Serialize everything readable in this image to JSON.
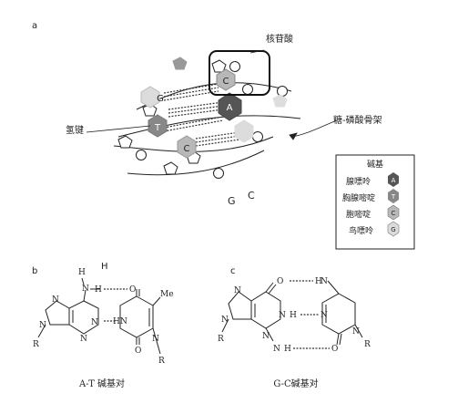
{
  "panels": {
    "a": "a",
    "b": "b",
    "c": "c"
  },
  "labels": {
    "nucleotide": "核苷酸",
    "hydrogen_bond": "氢键",
    "backbone": "糖-磷酸骨架"
  },
  "legend": {
    "title": "碱基",
    "items": [
      {
        "name": "腺嘌呤",
        "letter": "A",
        "color": "#555555",
        "text_color": "#ffffff"
      },
      {
        "name": "胸腺嘧啶",
        "letter": "T",
        "color": "#888888",
        "text_color": "#ffffff"
      },
      {
        "name": "胞嘧啶",
        "letter": "C",
        "color": "#b8b8b8",
        "text_color": "#222222"
      },
      {
        "name": "鸟嘌呤",
        "letter": "G",
        "color": "#dcdcdc",
        "text_color": "#222222"
      }
    ]
  },
  "helix_bases": {
    "g1": "G",
    "c1": "C",
    "a1": "A",
    "t1": "T",
    "c2": "C"
  },
  "stray_letters": {
    "g": "G",
    "c": "C",
    "h": "H"
  },
  "at_pair": {
    "caption": "A-T 碱基对",
    "methyl": "Me",
    "atoms": {
      "amine_h": "H",
      "amine_n": "N",
      "amine_h2": "H",
      "carbonyl_o_top": "O",
      "ring_n_left": "N",
      "imide_h": "H",
      "imide_n": "N",
      "carbonyl_o_bottom": "O",
      "n_right": "N",
      "r_left": "R",
      "r_right": "R",
      "n9": "N",
      "n7": "N",
      "n_bottom": "N"
    }
  },
  "gc_pair": {
    "caption": "G-C碱基对",
    "atoms": {
      "o_top": "O",
      "h_top": "H",
      "n_top": "N",
      "n_mid_left": "N",
      "h_mid": "H",
      "n_mid_right": "N",
      "n_bottom_left": "N",
      "h_bottom": "H",
      "o_bottom": "O",
      "r_left": "R",
      "r_right": "R",
      "n_r_right": "N",
      "n_r_left": "N",
      "n7": "N",
      "n_bottom_ring": "N"
    }
  }
}
